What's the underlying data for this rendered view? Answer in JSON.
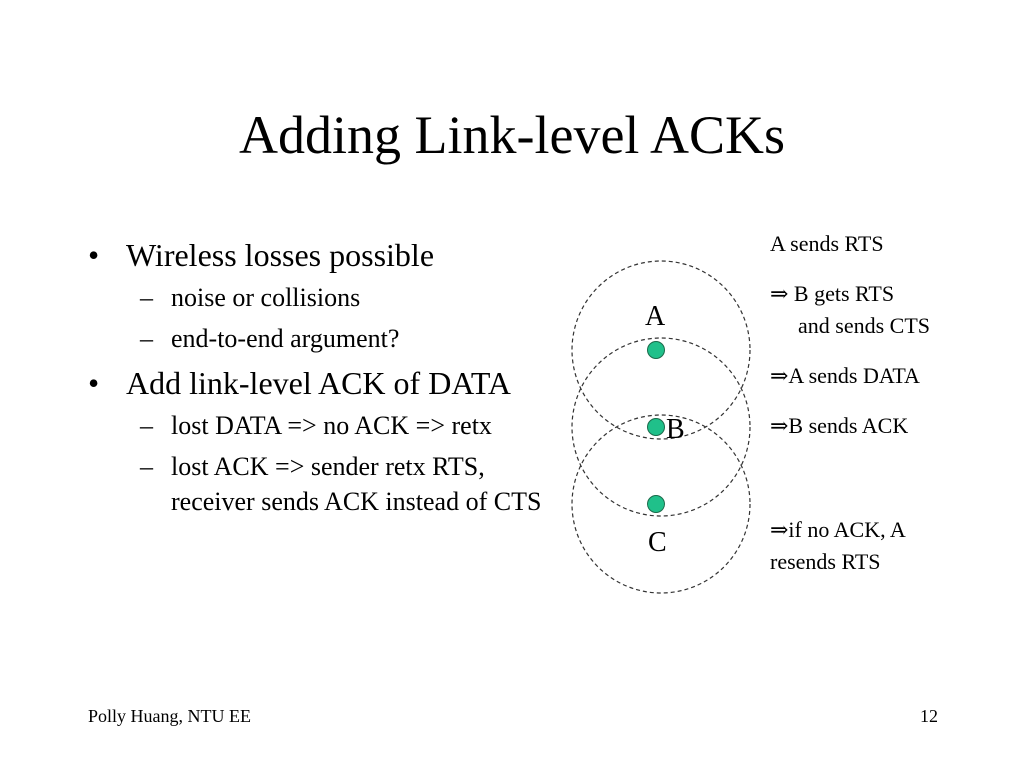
{
  "slide": {
    "title": "Adding Link-level ACKs",
    "bullets": [
      {
        "text": "Wireless losses possible",
        "sub": [
          "noise or collisions",
          "end-to-end argument?"
        ]
      },
      {
        "text": "Add link-level ACK of DATA",
        "sub": [
          "lost DATA => no ACK => retx",
          "lost ACK => sender retx RTS, receiver sends ACK instead of CTS"
        ]
      }
    ],
    "bullet_marker": "•",
    "sub_marker": "–"
  },
  "diagram": {
    "nodes": [
      "A",
      "B",
      "C"
    ],
    "node_color": "#20C08A"
  },
  "notes": {
    "n1": "A sends RTS",
    "n2_line1": "⇒ B gets RTS",
    "n2_line2": "and sends CTS",
    "n3": "⇒A sends DATA",
    "n4": "⇒B sends ACK",
    "n5_line1": "⇒if no ACK, A",
    "n5_line2": "resends RTS"
  },
  "footer": {
    "author": "Polly Huang, NTU EE",
    "page": "12"
  }
}
